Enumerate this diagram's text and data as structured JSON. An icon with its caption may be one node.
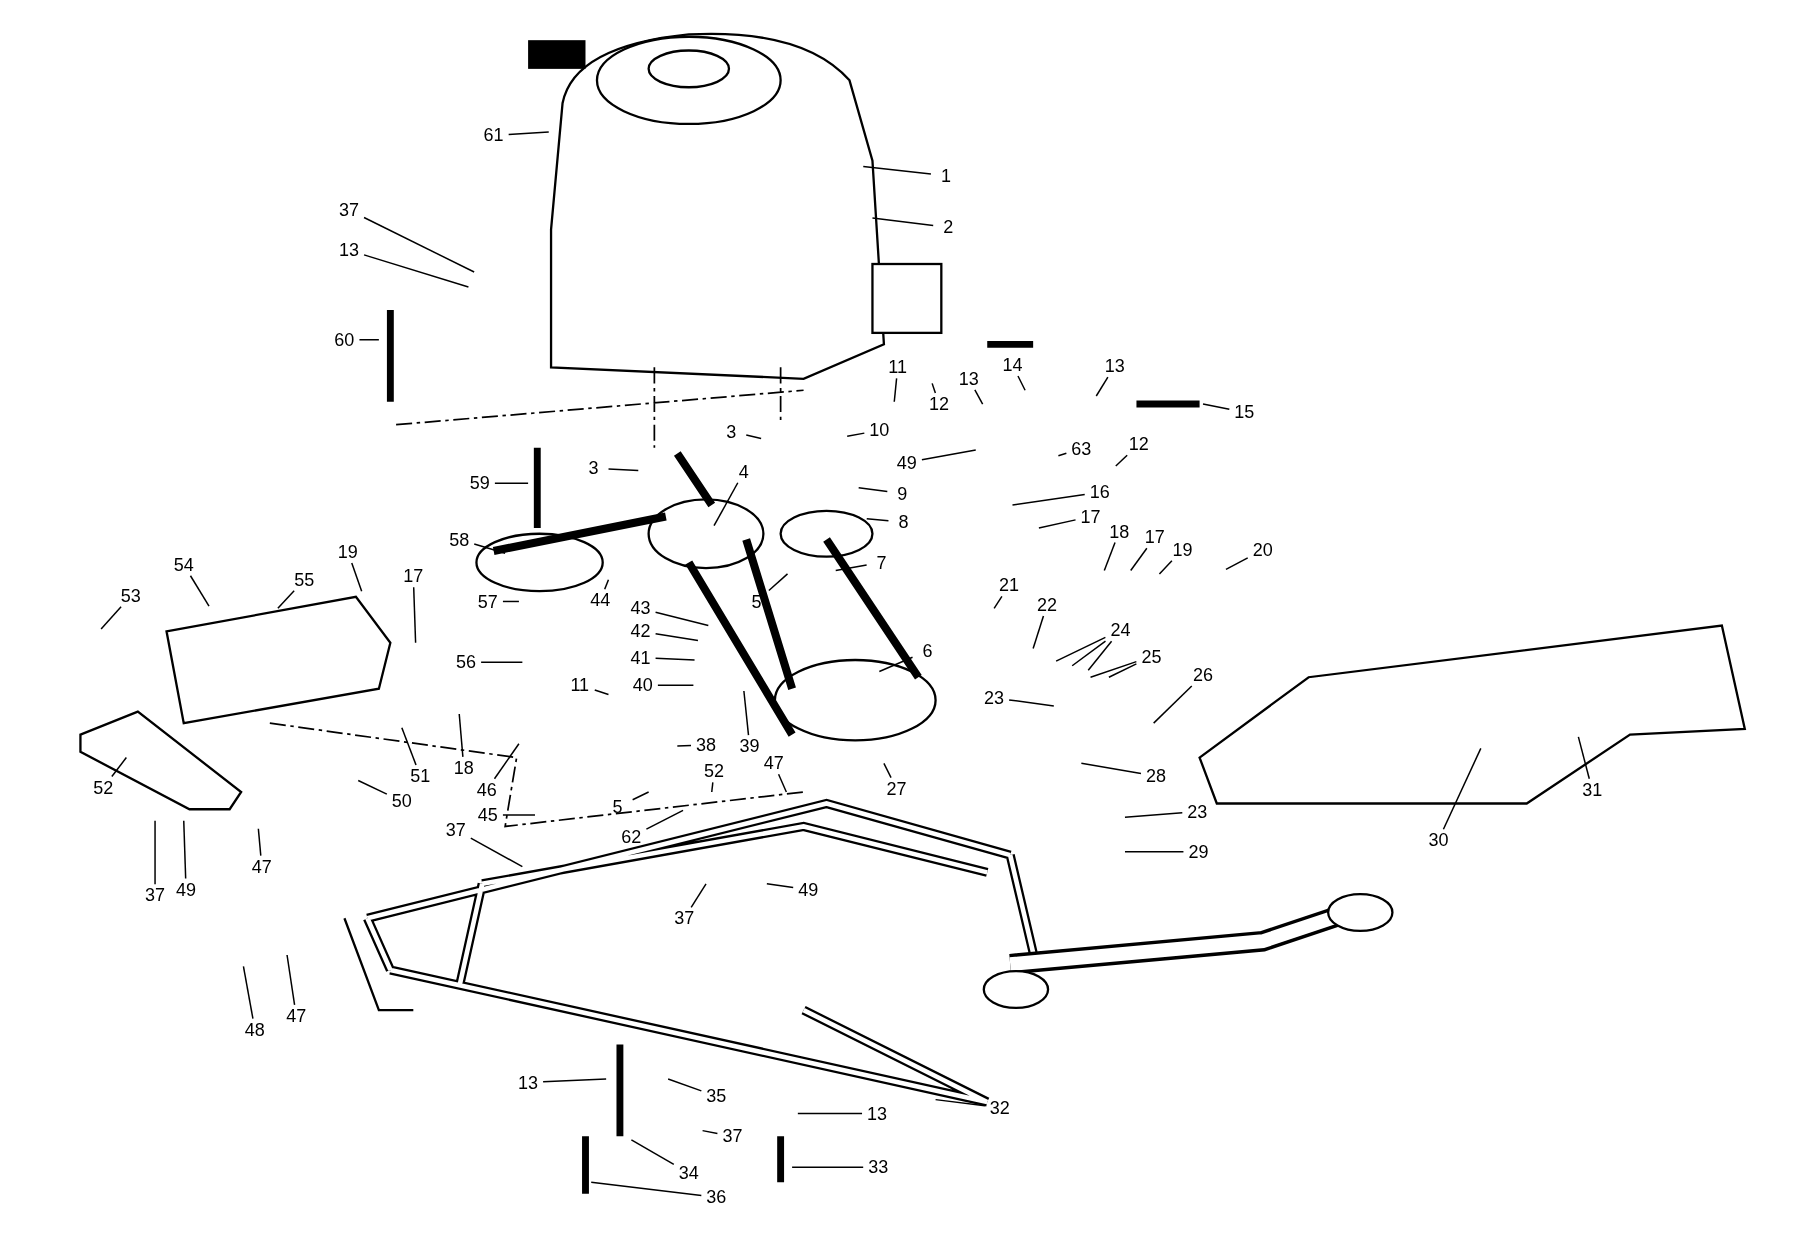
{
  "diagram": {
    "nodes": [
      {
        "text": [
          "61"
        ]
      },
      {
        "text": [
          "1"
        ]
      },
      {
        "text": [
          "2"
        ]
      },
      {
        "text": [
          "37"
        ]
      },
      {
        "text": [
          "13"
        ]
      },
      {
        "text": [
          "60"
        ]
      },
      {
        "text": [
          "3"
        ]
      },
      {
        "text": [
          "3"
        ]
      },
      {
        "text": [
          "11"
        ]
      },
      {
        "text": [
          "10"
        ]
      },
      {
        "text": [
          "13"
        ]
      },
      {
        "text": [
          "12"
        ]
      },
      {
        "text": [
          "14"
        ]
      },
      {
        "text": [
          "13"
        ]
      },
      {
        "text": [
          "15"
        ]
      },
      {
        "text": [
          "12"
        ]
      },
      {
        "text": [
          "63"
        ]
      },
      {
        "text": [
          "49"
        ]
      },
      {
        "text": [
          "59"
        ]
      },
      {
        "text": [
          "4"
        ]
      },
      {
        "text": [
          "9"
        ]
      },
      {
        "text": [
          "16"
        ]
      },
      {
        "text": [
          "8"
        ]
      },
      {
        "text": [
          "58"
        ]
      },
      {
        "text": [
          "17"
        ]
      },
      {
        "text": [
          "18"
        ]
      },
      {
        "text": [
          "7"
        ]
      },
      {
        "text": [
          "17"
        ]
      },
      {
        "text": [
          "19"
        ]
      },
      {
        "text": [
          "20"
        ]
      },
      {
        "text": [
          "54"
        ]
      },
      {
        "text": [
          "55"
        ]
      },
      {
        "text": [
          "19"
        ]
      },
      {
        "text": [
          "17"
        ]
      },
      {
        "text": [
          "53"
        ]
      },
      {
        "text": [
          "5"
        ]
      },
      {
        "text": [
          "57"
        ]
      },
      {
        "text": [
          "44"
        ]
      },
      {
        "text": [
          "21"
        ]
      },
      {
        "text": [
          "22"
        ]
      },
      {
        "text": [
          "24"
        ]
      },
      {
        "text": [
          "43"
        ]
      },
      {
        "text": [
          "42"
        ]
      },
      {
        "text": [
          "6"
        ]
      },
      {
        "text": [
          "25"
        ]
      },
      {
        "text": [
          "26"
        ]
      },
      {
        "text": [
          "41"
        ]
      },
      {
        "text": [
          "56"
        ]
      },
      {
        "text": [
          "11"
        ]
      },
      {
        "text": [
          "40"
        ]
      },
      {
        "text": [
          "23"
        ]
      },
      {
        "text": [
          "39"
        ]
      },
      {
        "text": [
          "38"
        ]
      },
      {
        "text": [
          "47"
        ]
      },
      {
        "text": [
          "28"
        ]
      },
      {
        "text": [
          "31"
        ]
      },
      {
        "text": [
          "30"
        ]
      },
      {
        "text": [
          "52"
        ]
      },
      {
        "text": [
          "51"
        ]
      },
      {
        "text": [
          "18"
        ]
      },
      {
        "text": [
          "50"
        ]
      },
      {
        "text": [
          "46"
        ]
      },
      {
        "text": [
          "52"
        ]
      },
      {
        "text": [
          "27"
        ]
      },
      {
        "text": [
          "45"
        ]
      },
      {
        "text": [
          "5"
        ]
      },
      {
        "text": [
          "62"
        ]
      },
      {
        "text": [
          "23"
        ]
      },
      {
        "text": [
          "37"
        ]
      },
      {
        "text": [
          "29"
        ]
      },
      {
        "text": [
          "47"
        ]
      },
      {
        "text": [
          "37"
        ]
      },
      {
        "text": [
          "49"
        ]
      },
      {
        "text": [
          "49"
        ]
      },
      {
        "text": [
          "37"
        ]
      },
      {
        "text": [
          "48"
        ]
      },
      {
        "text": [
          "47"
        ]
      },
      {
        "text": [
          "13"
        ]
      },
      {
        "text": [
          "35"
        ]
      },
      {
        "text": [
          "37"
        ]
      },
      {
        "text": [
          "13"
        ]
      },
      {
        "text": [
          "32"
        ]
      },
      {
        "text": [
          "34"
        ]
      },
      {
        "text": [
          "33"
        ]
      },
      {
        "text": [
          "36"
        ]
      }
    ],
    "edges": [
      {
        "from": 0,
        "to": null,
        "arrow": "none"
      },
      {
        "from": 1,
        "to": null,
        "arrow": "none"
      },
      {
        "from": 2,
        "to": null,
        "arrow": "none"
      },
      {
        "from": 3,
        "to": null,
        "arrow": "none"
      },
      {
        "from": 4,
        "to": null,
        "arrow": "none"
      },
      {
        "from": 5,
        "to": null,
        "arrow": "none"
      },
      {
        "from": 6,
        "to": null,
        "arrow": "none"
      },
      {
        "from": 7,
        "to": null,
        "arrow": "none"
      },
      {
        "from": 8,
        "to": null,
        "arrow": "none"
      },
      {
        "from": 9,
        "to": null,
        "arrow": "none"
      },
      {
        "from": 10,
        "to": null,
        "arrow": "none"
      },
      {
        "from": 11,
        "to": null,
        "arrow": "none"
      },
      {
        "from": 12,
        "to": null,
        "arrow": "none"
      },
      {
        "from": 13,
        "to": null,
        "arrow": "none"
      },
      {
        "from": 14,
        "to": null,
        "arrow": "none"
      },
      {
        "from": 15,
        "to": null,
        "arrow": "none"
      },
      {
        "from": 16,
        "to": null,
        "arrow": "none"
      },
      {
        "from": 17,
        "to": null,
        "arrow": "none"
      },
      {
        "from": 18,
        "to": null,
        "arrow": "none"
      },
      {
        "from": 19,
        "to": null,
        "arrow": "none"
      },
      {
        "from": 20,
        "to": null,
        "arrow": "none"
      },
      {
        "from": 21,
        "to": null,
        "arrow": "none"
      },
      {
        "from": 22,
        "to": null,
        "arrow": "none"
      },
      {
        "from": 23,
        "to": null,
        "arrow": "none"
      },
      {
        "from": 24,
        "to": null,
        "arrow": "none"
      },
      {
        "from": 25,
        "to": null,
        "arrow": "none"
      },
      {
        "from": 26,
        "to": null,
        "arrow": "none"
      },
      {
        "from": 27,
        "to": null,
        "arrow": "none"
      },
      {
        "from": 28,
        "to": null,
        "arrow": "none"
      },
      {
        "from": 29,
        "to": null,
        "arrow": "none"
      },
      {
        "from": 30,
        "to": null,
        "arrow": "none"
      },
      {
        "from": 31,
        "to": null,
        "arrow": "none"
      },
      {
        "from": 32,
        "to": null,
        "arrow": "none"
      },
      {
        "from": 33,
        "to": null,
        "arrow": "none"
      },
      {
        "from": 34,
        "to": null,
        "arrow": "none"
      },
      {
        "from": 35,
        "to": null,
        "arrow": "none"
      },
      {
        "from": 36,
        "to": null,
        "arrow": "none"
      },
      {
        "from": 37,
        "to": null,
        "arrow": "none"
      },
      {
        "from": 38,
        "to": null,
        "arrow": "none"
      },
      {
        "from": 39,
        "to": null,
        "arrow": "none"
      },
      {
        "from": 40,
        "to": null,
        "arrow": "none"
      },
      {
        "from": 41,
        "to": null,
        "arrow": "none"
      },
      {
        "from": 42,
        "to": null,
        "arrow": "none"
      },
      {
        "from": 43,
        "to": null,
        "arrow": "none"
      },
      {
        "from": 44,
        "to": null,
        "arrow": "none"
      },
      {
        "from": 45,
        "to": null,
        "arrow": "none"
      },
      {
        "from": 46,
        "to": null,
        "arrow": "none"
      },
      {
        "from": 47,
        "to": null,
        "arrow": "none"
      },
      {
        "from": 48,
        "to": null,
        "arrow": "none"
      },
      {
        "from": 49,
        "to": null,
        "arrow": "none"
      },
      {
        "from": 50,
        "to": null,
        "arrow": "none"
      },
      {
        "from": 51,
        "to": null,
        "arrow": "none"
      },
      {
        "from": 52,
        "to": null,
        "arrow": "none"
      },
      {
        "from": 53,
        "to": null,
        "arrow": "none"
      },
      {
        "from": 54,
        "to": null,
        "arrow": "none"
      },
      {
        "from": 55,
        "to": null,
        "arrow": "none"
      },
      {
        "from": 56,
        "to": null,
        "arrow": "none"
      },
      {
        "from": 57,
        "to": null,
        "arrow": "none"
      },
      {
        "from": 58,
        "to": null,
        "arrow": "none"
      },
      {
        "from": 59,
        "to": null,
        "arrow": "none"
      },
      {
        "from": 60,
        "to": null,
        "arrow": "none"
      },
      {
        "from": 61,
        "to": null,
        "arrow": "none"
      },
      {
        "from": 62,
        "to": null,
        "arrow": "none"
      },
      {
        "from": 63,
        "to": null,
        "arrow": "none"
      },
      {
        "from": 64,
        "to": null,
        "arrow": "none"
      },
      {
        "from": 65,
        "to": null,
        "arrow": "none"
      },
      {
        "from": 66,
        "to": null,
        "arrow": "none"
      },
      {
        "from": 67,
        "to": null,
        "arrow": "none"
      },
      {
        "from": 68,
        "to": null,
        "arrow": "none"
      },
      {
        "from": 69,
        "to": null,
        "arrow": "none"
      },
      {
        "from": 70,
        "to": null,
        "arrow": "none"
      },
      {
        "from": 71,
        "to": null,
        "arrow": "none"
      },
      {
        "from": 72,
        "to": null,
        "arrow": "none"
      },
      {
        "from": 73,
        "to": null,
        "arrow": "none"
      },
      {
        "from": 74,
        "to": null,
        "arrow": "none"
      },
      {
        "from": 75,
        "to": null,
        "arrow": "none"
      },
      {
        "from": 76,
        "to": null,
        "arrow": "none"
      },
      {
        "from": 77,
        "to": null,
        "arrow": "none"
      },
      {
        "from": 78,
        "to": null,
        "arrow": "none"
      },
      {
        "from": 79,
        "to": null,
        "arrow": "none"
      },
      {
        "from": 80,
        "to": null,
        "arrow": "none"
      },
      {
        "from": 81,
        "to": null,
        "arrow": "none"
      },
      {
        "from": 82,
        "to": null,
        "arrow": "none"
      },
      {
        "from": 83,
        "to": null,
        "arrow": "none"
      },
      {
        "from": 84,
        "to": null,
        "arrow": "none"
      },
      {
        "from": 40,
        "to": null,
        "arrow": "none"
      },
      {
        "from": 40,
        "to": null,
        "arrow": "none"
      },
      {
        "from": 44,
        "to": null,
        "arrow": "none"
      }
    ]
  }
}
